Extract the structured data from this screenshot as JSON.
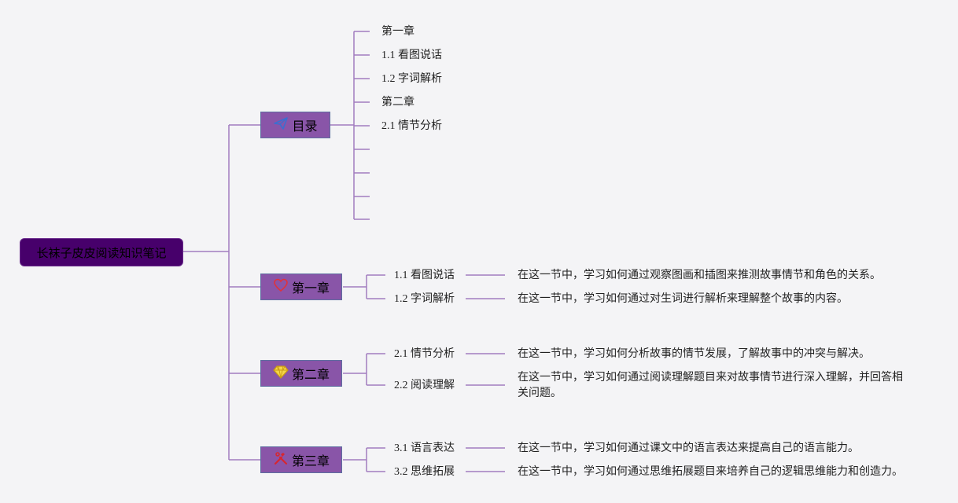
{
  "root": {
    "label": "长袜子皮皮阅读知识笔记"
  },
  "toc": {
    "label": "目录",
    "icon": "paper-plane-icon",
    "items": [
      "第一章",
      "1.1 看图说话",
      "1.2 字词解析",
      "第二章",
      "2.1 情节分析",
      "",
      "",
      "",
      ""
    ]
  },
  "chapters": [
    {
      "label": "第一章",
      "icon": "heart-icon",
      "sections": [
        {
          "title": "1.1 看图说话",
          "desc": "在这一节中，学习如何通过观察图画和插图来推测故事情节和角色的关系。"
        },
        {
          "title": "1.2 字词解析",
          "desc": "在这一节中，学习如何通过对生词进行解析来理解整个故事的内容。"
        }
      ]
    },
    {
      "label": "第二章",
      "icon": "diamond-icon",
      "sections": [
        {
          "title": "2.1 情节分析",
          "desc": "在这一节中，学习如何分析故事的情节发展，了解故事中的冲突与解决。"
        },
        {
          "title": "2.2 阅读理解",
          "desc": "在这一节中，学习如何通过阅读理解题目来对故事情节进行深入理解，并回答相关问题。"
        }
      ]
    },
    {
      "label": "第三章",
      "icon": "tools-icon",
      "sections": [
        {
          "title": "3.1 语言表达",
          "desc": "在这一节中，学习如何通过课文中的语言表达来提高自己的语言能力。"
        },
        {
          "title": "3.2 思维拓展",
          "desc": "在这一节中，学习如何通过思维拓展题目来培养自己的逻辑思维能力和创造力。"
        }
      ]
    }
  ],
  "colors": {
    "line": "#a27cbf",
    "node": "#8955a8",
    "root": "#47006b"
  }
}
